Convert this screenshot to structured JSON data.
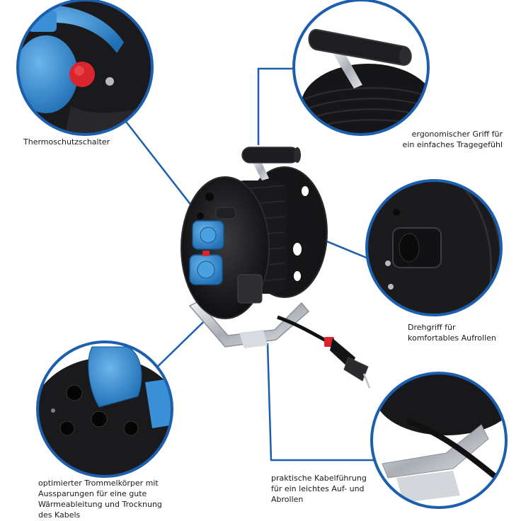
{
  "callouts": {
    "thermo": {
      "line1": "Thermoschutzschalter"
    },
    "griff": {
      "line1": "ergonomischer Griff für",
      "line2": "ein einfaches Tragegefühl"
    },
    "dreh": {
      "line1": "Drehgriff für",
      "line2": "komfortables Aufrollen"
    },
    "trommel": {
      "line1": "optimierter Trommelkörper mit",
      "line2": "Aussparungen für eine gute",
      "line3": "Wärmeableitung und Trocknung",
      "line4": "des Kabels"
    },
    "kabel": {
      "line1": "praktische Kabelführung",
      "line2": "für ein leichtes Auf- und",
      "line3": "Abrollen"
    }
  },
  "colors": {
    "accent_blue": "#1b5fae",
    "socket_blue": "#3a8fd6",
    "drum_black": "#1c1c1e",
    "frame_silver": "#c8ccd2",
    "switch_red": "#d9262c"
  }
}
